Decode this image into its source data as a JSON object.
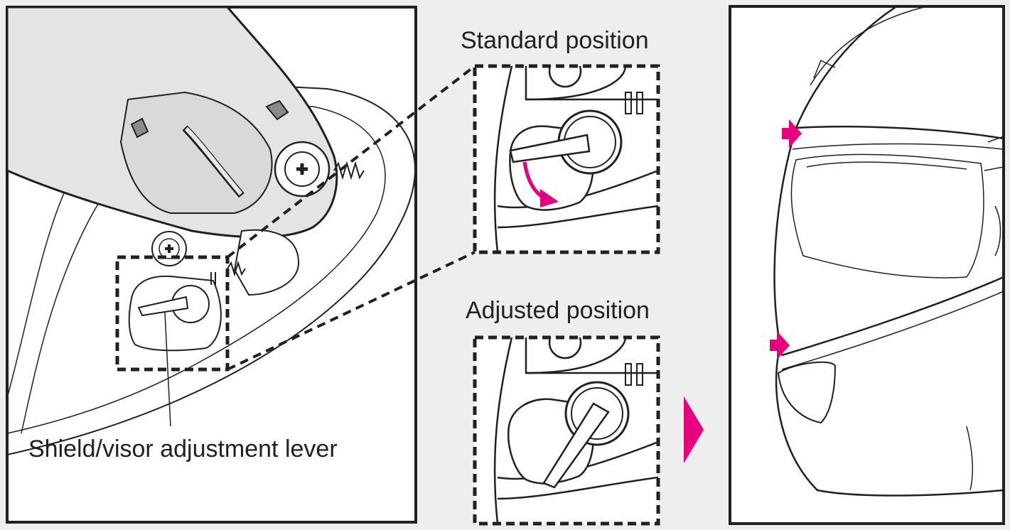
{
  "labels": {
    "standard_position": "Standard position",
    "adjusted_position": "Adjusted position",
    "lever": "Shield/visor adjustment lever"
  },
  "colors": {
    "background": "#eeeeee",
    "panel": "#ffffff",
    "line": "#231f20",
    "accent": "#e6007e"
  }
}
